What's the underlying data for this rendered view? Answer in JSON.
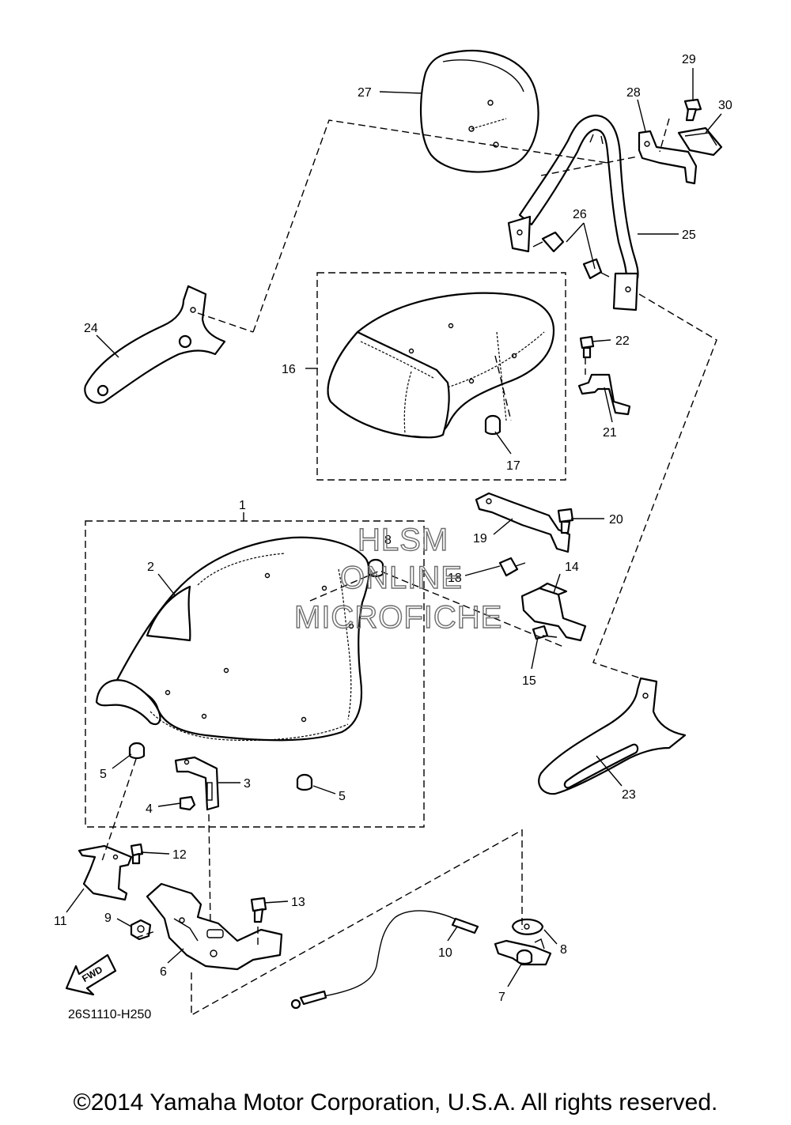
{
  "callouts": {
    "c1": "1",
    "c2": "2",
    "c3": "3",
    "c4": "4",
    "c5a": "5",
    "c5b": "5",
    "c6": "6",
    "c7": "7",
    "c8": "8",
    "c8b": "8",
    "c9": "9",
    "c10": "10",
    "c11": "11",
    "c12": "12",
    "c13": "13",
    "c14": "14",
    "c15": "15",
    "c16": "16",
    "c17": "17",
    "c18": "18",
    "c19": "19",
    "c20": "20",
    "c21": "21",
    "c22": "22",
    "c23": "23",
    "c24": "24",
    "c25": "25",
    "c26": "26",
    "c27": "27",
    "c28": "28",
    "c29": "29",
    "c30": "30"
  },
  "fwd_label": "FWD",
  "diagram_code": "26S1110-H250",
  "watermark": {
    "line1": "HLSM",
    "line2": "ONLINE",
    "line3": "MICROFICHE"
  },
  "copyright": "©2014 Yamaha Motor Corporation, U.S.A. All rights reserved."
}
